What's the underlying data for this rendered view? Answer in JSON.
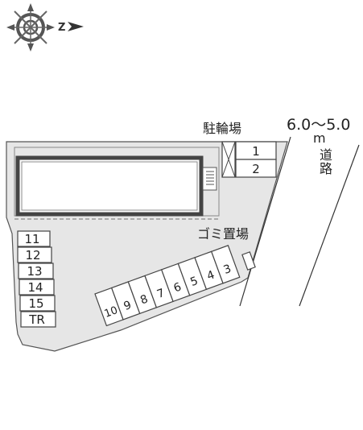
{
  "map": {
    "north_symbol_text": "Z",
    "road": {
      "width_label": "6.0～5.0",
      "unit_label": "m",
      "name": "道路"
    },
    "bicycle_parking_label": "駐輪場",
    "garbage_label": "ゴミ置場",
    "bike_slots": [
      "1",
      "2"
    ],
    "left_slots": [
      "11",
      "12",
      "13",
      "14",
      "15",
      "TR"
    ],
    "bottom_slots": [
      "10",
      "9",
      "8",
      "7",
      "6",
      "5",
      "4",
      "3"
    ]
  },
  "colors": {
    "lot": "#e6e6e6",
    "line": "#555555",
    "building": "#444444"
  }
}
